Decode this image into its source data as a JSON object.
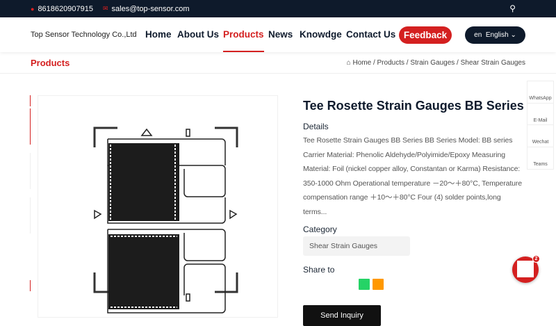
{
  "topbar": {
    "phone": "8618620907915",
    "email": "sales@top-sensor.com",
    "phone_icon": "phone-icon",
    "email_icon": "mail-icon",
    "search_icon": "search-icon"
  },
  "header": {
    "logo": "Top Sensor Technology Co.,Ltd",
    "menu": [
      {
        "label": "Home"
      },
      {
        "label": "About Us"
      },
      {
        "label": "Products",
        "active": true
      },
      {
        "label": "News"
      },
      {
        "label": "Knowdge"
      },
      {
        "label": "Contact Us"
      }
    ],
    "feedback": "Feedback",
    "lang_code": "en",
    "lang_label": "English"
  },
  "breadcrumb": {
    "section_title": "Products",
    "items": [
      "Home",
      "Products",
      "Strain Gauges",
      "Shear Strain Gauges"
    ],
    "separator": " / "
  },
  "product": {
    "title": "Tee Rosette Strain Gauges BB Series",
    "details_label": "Details",
    "description": "Tee Rosette Strain Gauges BB Series BB Series Model: BB series Carrier Material: Phenolic Aldehyde/Polyimide/Epoxy Measuring Material: Foil (nickel copper alloy, Constantan or Karma) Resistance: 350-1000 Ohm Operational temperature －20～＋80°C, Temperature compensation range ＋10～＋80°C Four (4) solder points,long terms...",
    "category_label": "Category",
    "category": "Shear Strain Gauges",
    "share_label": "Share to",
    "share_colors": [
      "#25d366",
      "#ff9800"
    ],
    "inquiry": "Send Inquiry"
  },
  "side": [
    "WhatsApp",
    "E-Mail",
    "Wechat",
    "Teams"
  ],
  "chat": {
    "badge": "2"
  },
  "colors": {
    "accent": "#d42020",
    "dark": "#0e1a2b"
  }
}
